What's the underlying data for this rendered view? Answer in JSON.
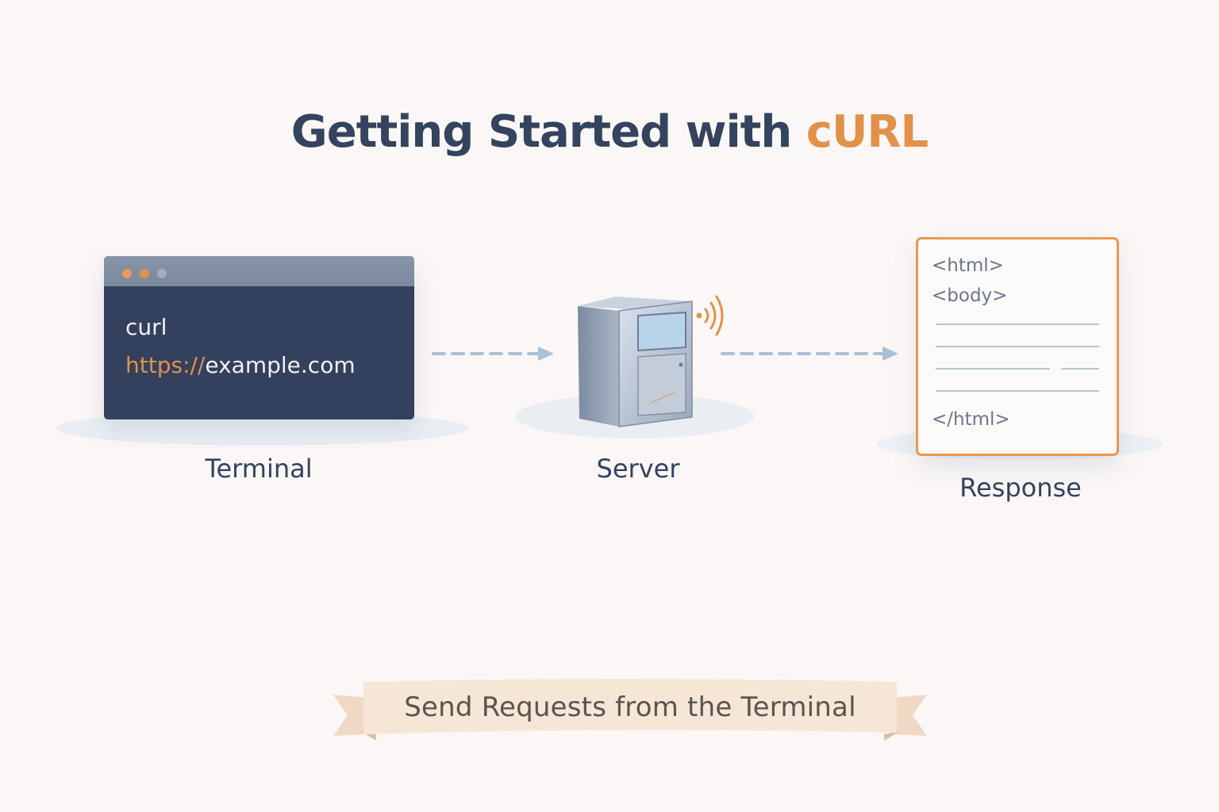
{
  "title": {
    "prefix": "Getting Started with ",
    "accent": "cURL"
  },
  "terminal": {
    "command": "curl",
    "url_protocol": "https://",
    "url_host": "example.com",
    "caption": "Terminal",
    "dot_colors": [
      "#e89a5c",
      "#e2914a",
      "#a3acba"
    ]
  },
  "server": {
    "caption": "Server"
  },
  "response": {
    "caption": "Response",
    "lines": [
      "<html>",
      "<body>",
      "</html>"
    ]
  },
  "banner": {
    "text": "Send Requests from the Terminal"
  },
  "colors": {
    "accent": "#e2914a",
    "navy": "#34435e",
    "arrow": "#a9c0d8"
  },
  "icons": [
    "server-icon",
    "signal-waves-icon",
    "arrow-right-icon"
  ]
}
